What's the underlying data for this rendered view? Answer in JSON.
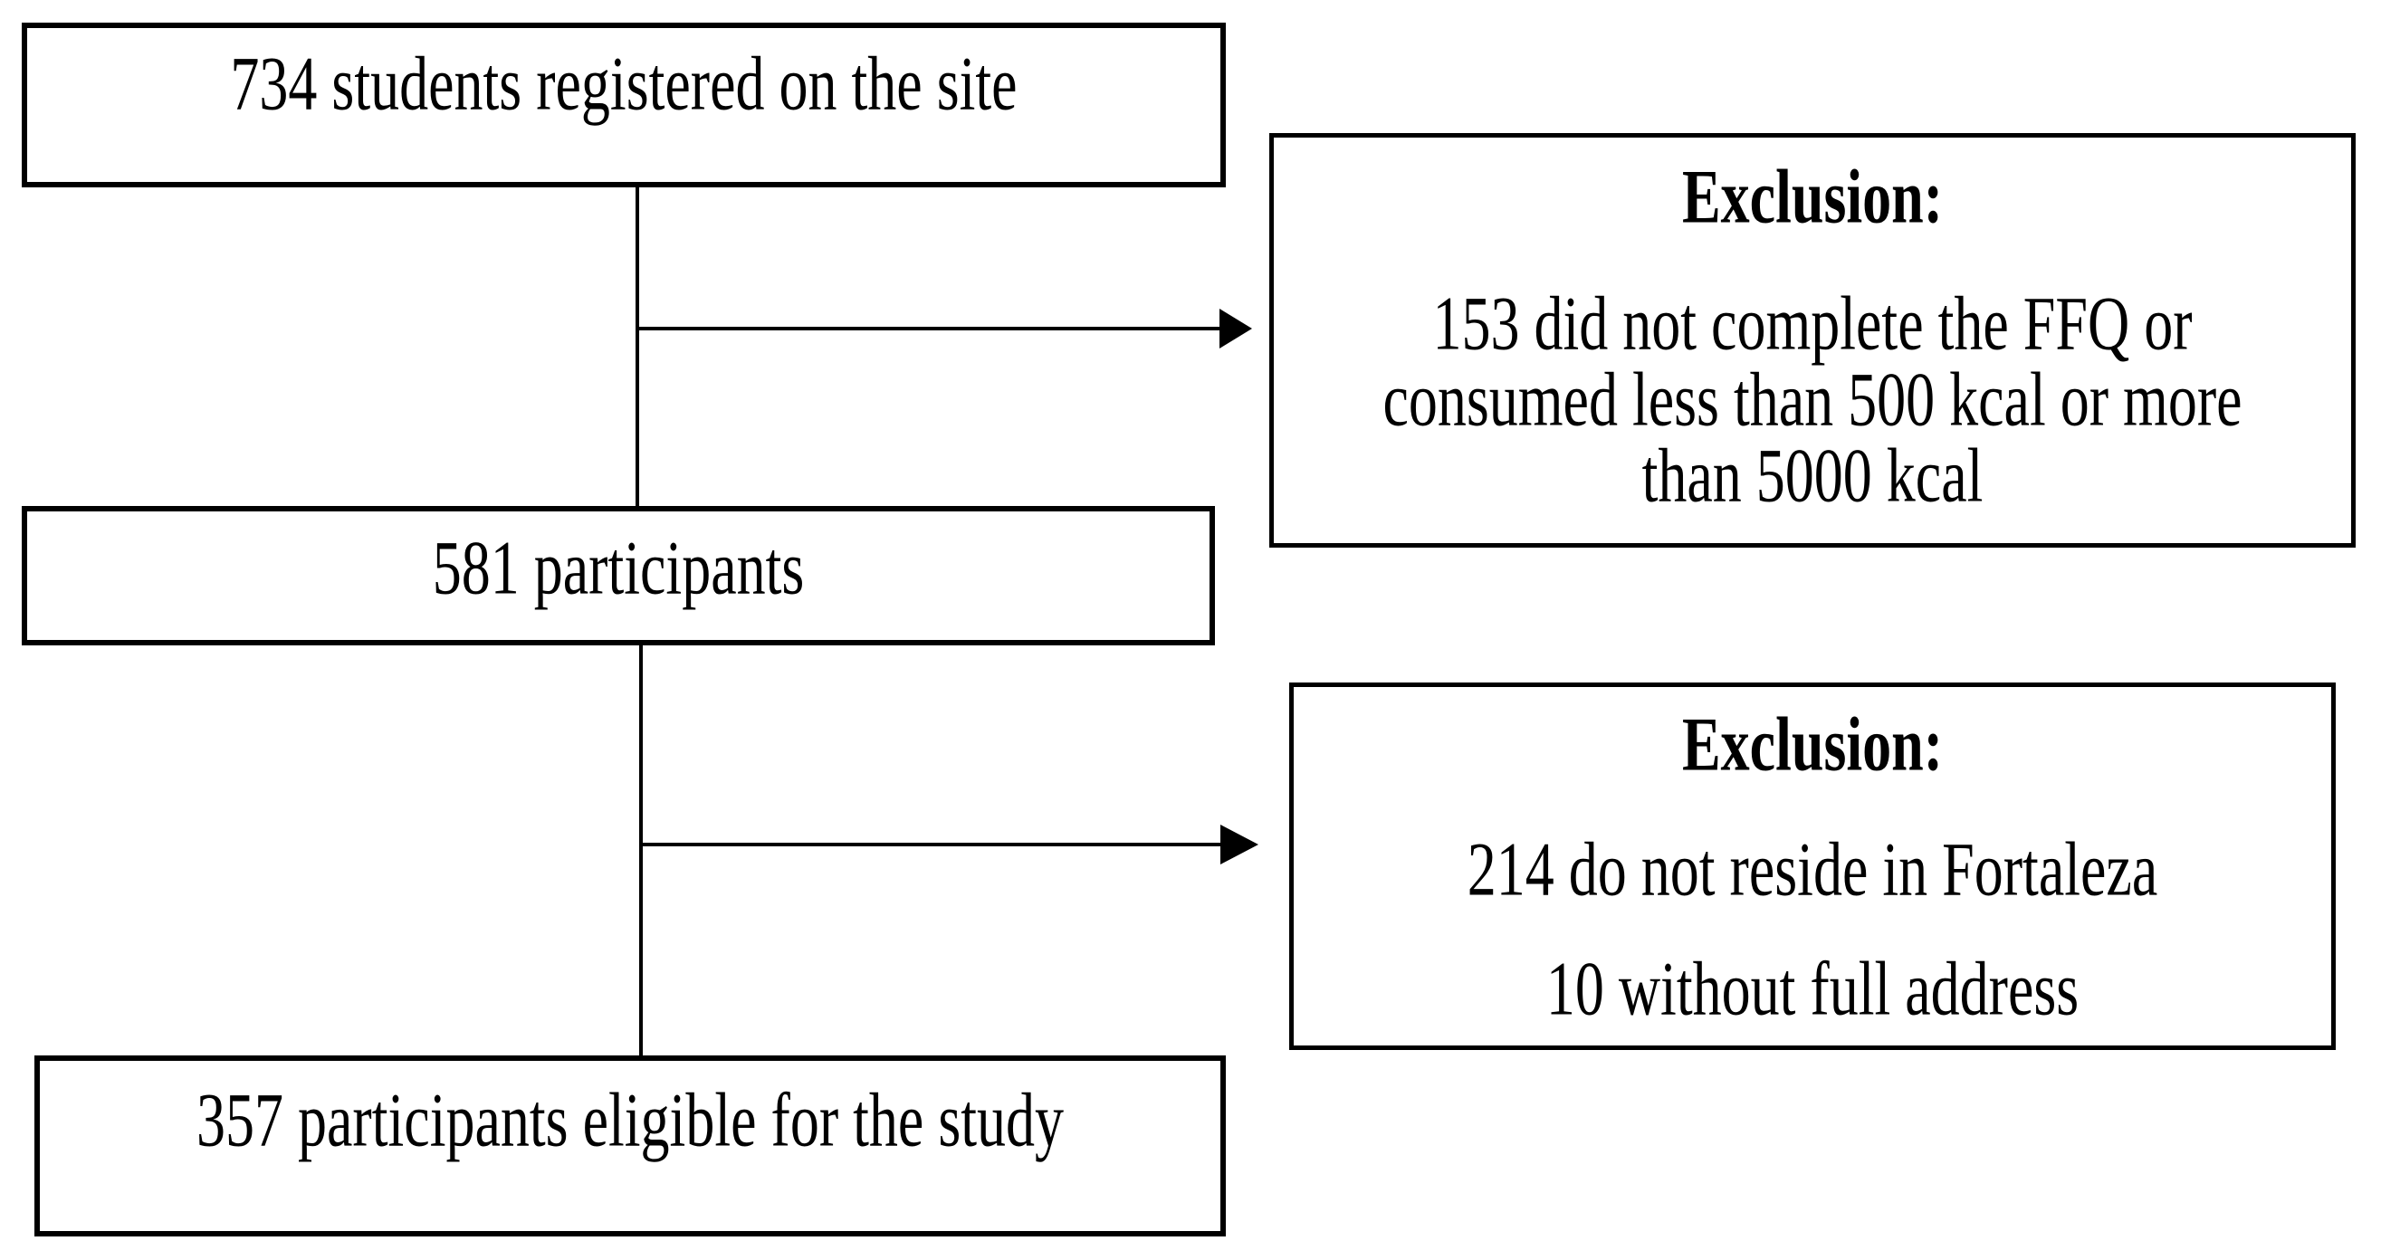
{
  "flow": {
    "boxes": [
      {
        "label": "734 students registered on the site"
      },
      {
        "label": "581 participants"
      },
      {
        "label": "357 participants eligible for the study"
      }
    ],
    "exclusions": [
      {
        "heading": "Exclusion:",
        "lines": [
          "153 did not complete the FFQ or",
          "consumed less than 500 kcal or more",
          "than 5000 kcal"
        ]
      },
      {
        "heading": "Exclusion:",
        "lines": [
          "214 do not reside in Fortaleza",
          "10 without full address"
        ]
      }
    ],
    "colors": {
      "stroke": "#000000",
      "fill": "#ffffff",
      "text": "#000000"
    }
  }
}
